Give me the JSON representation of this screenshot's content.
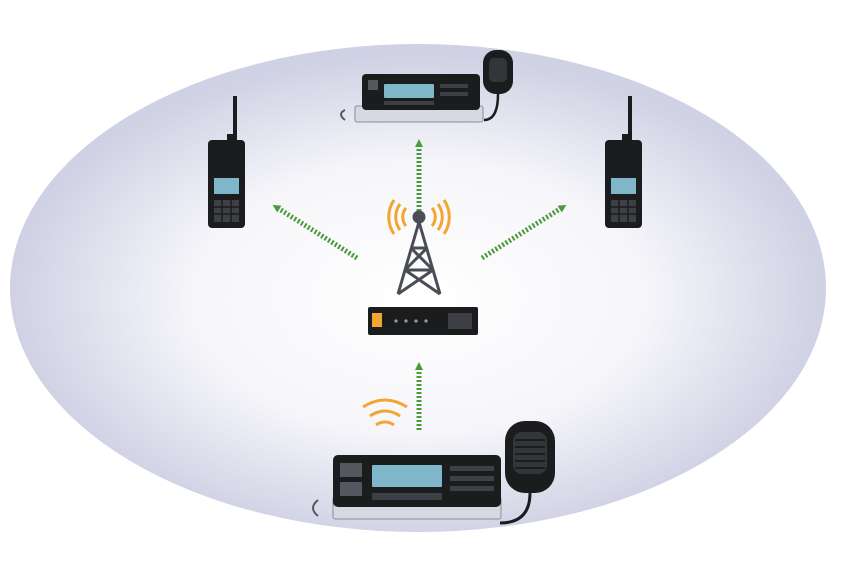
{
  "diagram": {
    "nodes": [
      {
        "id": "repeater",
        "icon": "repeater-base-station-icon",
        "role": "center"
      },
      {
        "id": "antenna-tower",
        "icon": "antenna-tower-icon",
        "broadcasting": true
      },
      {
        "id": "mobile-radio-top",
        "icon": "mobile-radio-with-microphone-icon"
      },
      {
        "id": "handheld-left",
        "icon": "handheld-radio-icon"
      },
      {
        "id": "handheld-right",
        "icon": "handheld-radio-icon"
      },
      {
        "id": "mobile-radio-bottom",
        "icon": "mobile-radio-with-microphone-icon",
        "transmitting": true
      }
    ],
    "links": [
      {
        "from": "mobile-radio-bottom",
        "to": "repeater"
      },
      {
        "from": "antenna-tower",
        "to": "mobile-radio-top"
      },
      {
        "from": "antenna-tower",
        "to": "handheld-left"
      },
      {
        "from": "antenna-tower",
        "to": "handheld-right"
      }
    ]
  },
  "colors": {
    "coverage_area": "#cfd1e4",
    "arrow": "#4a9a3b",
    "signal_waves": "#f2a531",
    "device_body": "#1b1c1d",
    "display": "#7fb6c9",
    "tower": "#4a4d55"
  }
}
